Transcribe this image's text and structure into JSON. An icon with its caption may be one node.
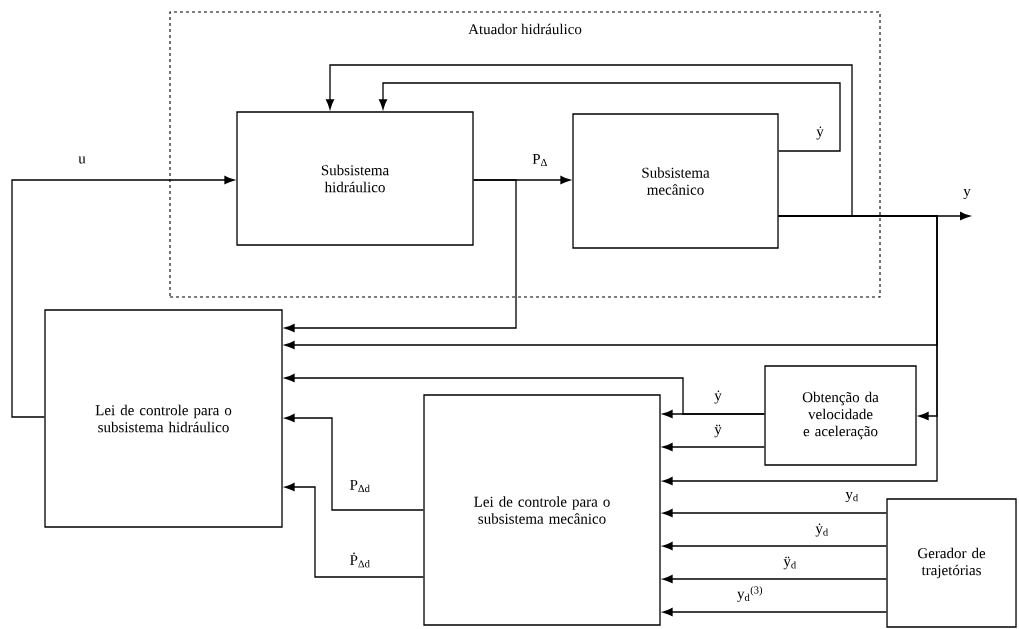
{
  "diagram": {
    "nodes": [
      {
        "text": [
          "Atuador hidráulico"
        ]
      },
      {
        "text": [
          "Subsistema hidráulico"
        ],
        "in": 0
      },
      {
        "text": [
          "Subsistema mecânico"
        ],
        "in": 0
      },
      {
        "text": [
          "Lei de controle para o subsistema hidráulico"
        ]
      },
      {
        "text": [
          "Lei de controle para o subsistema mecânico"
        ]
      },
      {
        "text": [
          "Obtenção da velocidade e aceleração"
        ]
      },
      {
        "text": [
          "Gerador de trajetórias"
        ]
      }
    ],
    "edges": [
      {
        "from": 3,
        "to": 1,
        "arrow": "to",
        "label": "u"
      },
      {
        "from": 1,
        "to": 2,
        "arrow": "to",
        "label": "P$_{Δ}$"
      },
      {
        "from": 1,
        "to": 3,
        "arrow": "to"
      },
      {
        "from": 2,
        "to": 1,
        "arrow": "to",
        "label": "ẏ"
      },
      {
        "from": 2,
        "to": 1,
        "arrow": "to"
      },
      {
        "from": 2,
        "to": null,
        "arrow": "to",
        "label": "y"
      },
      {
        "from": 2,
        "to": 3,
        "arrow": "to"
      },
      {
        "from": 2,
        "to": 5,
        "arrow": "to"
      },
      {
        "from": 2,
        "to": 4,
        "arrow": "to"
      },
      {
        "from": 5,
        "to": 4,
        "arrow": "to",
        "label": "ẏ"
      },
      {
        "from": 5,
        "to": 3,
        "arrow": "to"
      },
      {
        "from": 5,
        "to": 4,
        "arrow": "to",
        "label": "ÿ"
      },
      {
        "from": 4,
        "to": 3,
        "arrow": "to",
        "label": "P$_{Δd}$"
      },
      {
        "from": 4,
        "to": 3,
        "arrow": "to",
        "label": "Ṗ$_{Δd}$"
      },
      {
        "from": 6,
        "to": 4,
        "arrow": "to",
        "label": "y$_{d}$"
      },
      {
        "from": 6,
        "to": 4,
        "arrow": "to",
        "label": "ẏ$_{d}$"
      },
      {
        "from": 6,
        "to": 4,
        "arrow": "to",
        "label": "ÿ$_{d}$"
      },
      {
        "from": 6,
        "to": 4,
        "arrow": "to",
        "label": "y$_{d}$$^{(3)}$"
      }
    ]
  }
}
